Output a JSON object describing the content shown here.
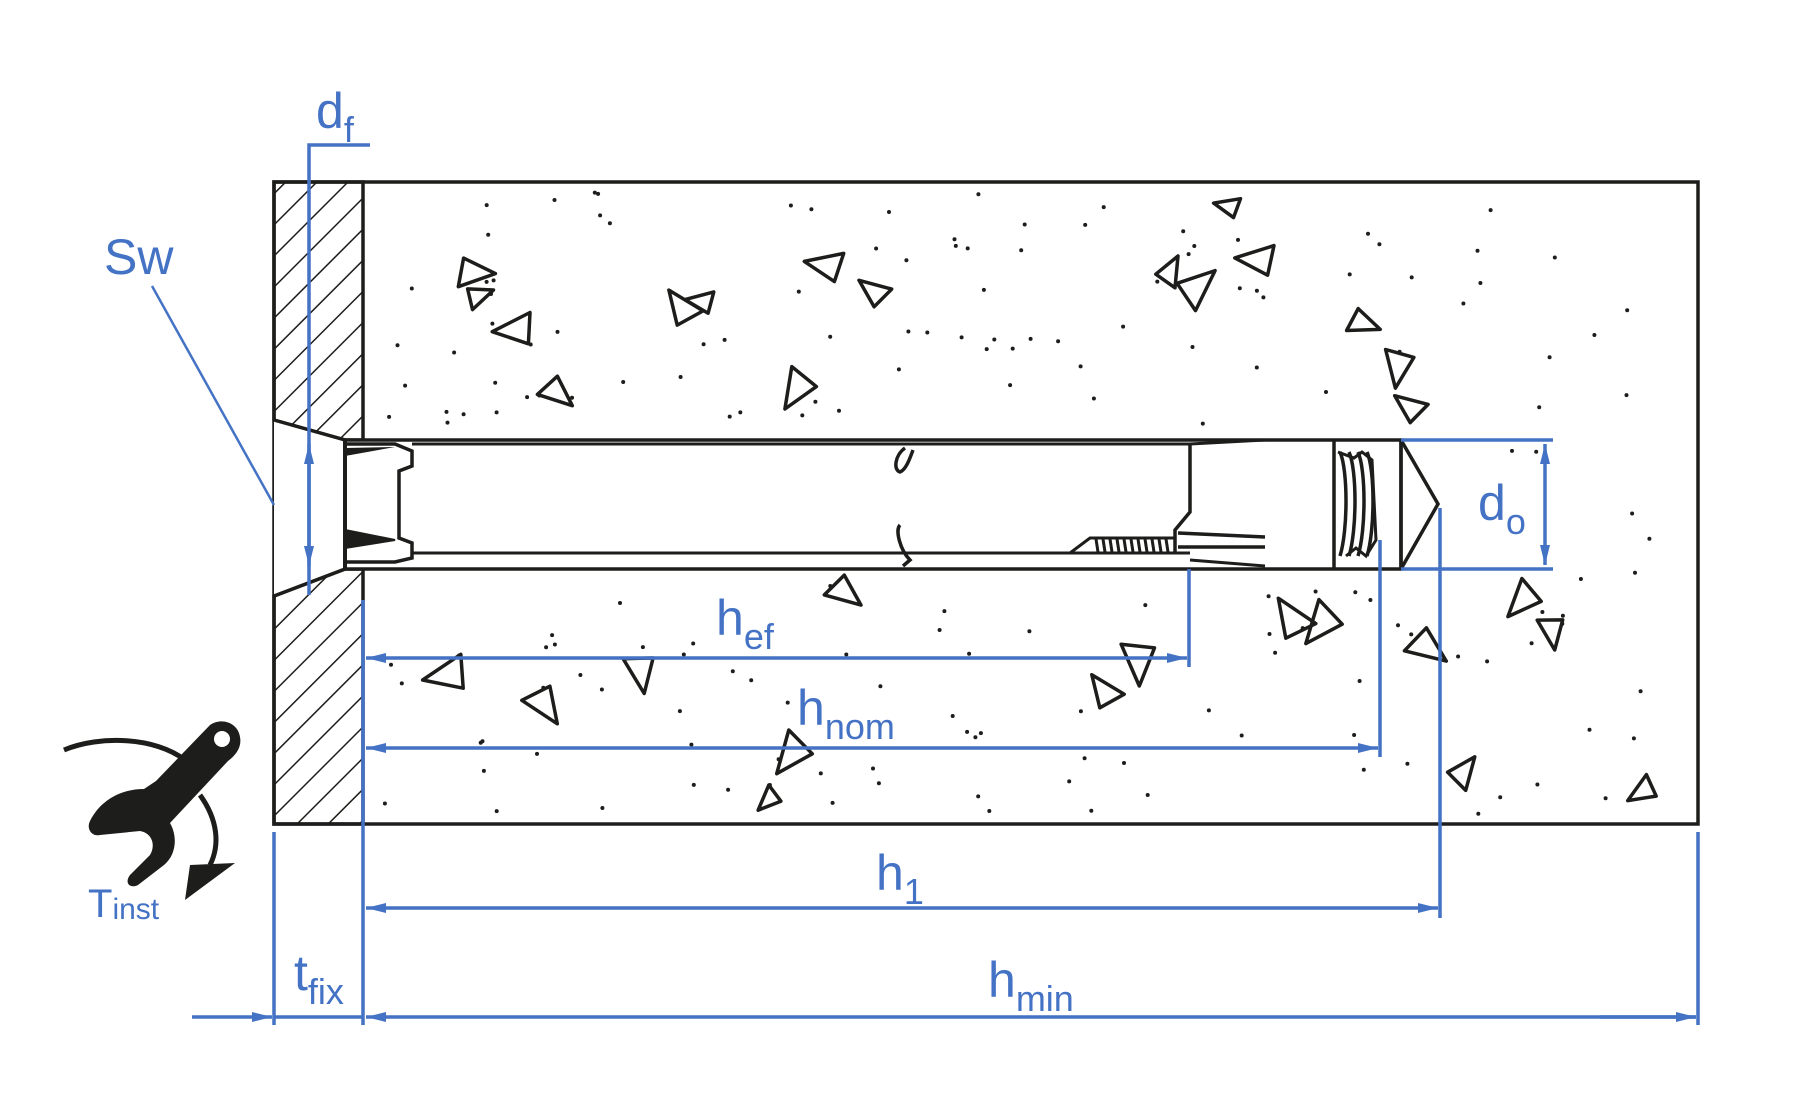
{
  "diagram": {
    "title": "Anchor installation dimensions",
    "colors": {
      "dimension": "#4472c4",
      "drawing": "#1d1d1b",
      "background": "#ffffff"
    },
    "labels": {
      "df": {
        "main": "d",
        "sub": "f"
      },
      "sw": {
        "main": "Sw",
        "sub": ""
      },
      "d0": {
        "main": "d",
        "sub": "o"
      },
      "hef": {
        "main": "h",
        "sub": "ef"
      },
      "hnom": {
        "main": "h",
        "sub": "nom"
      },
      "h1": {
        "main": "h",
        "sub": "1"
      },
      "hmin": {
        "main": "h",
        "sub": "min"
      },
      "tfix": {
        "main": "t",
        "sub": "fix"
      },
      "tinst": {
        "main": "T",
        "sub": "inst"
      }
    },
    "icons": {
      "torque": "wrench-torque-icon"
    },
    "components": [
      "concrete-base-material",
      "fixture-plate",
      "drill-hole",
      "anchor-sleeve",
      "anchor-bolt",
      "expansion-cone"
    ]
  }
}
